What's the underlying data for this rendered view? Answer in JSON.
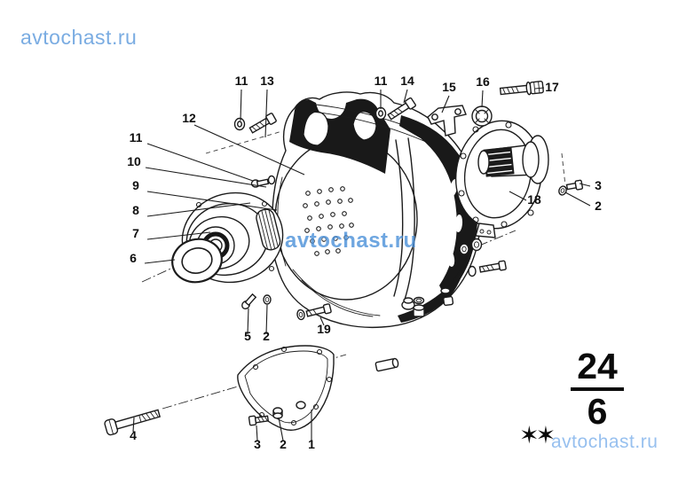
{
  "watermarks": {
    "top_left": "avtochast.ru",
    "center": "avtochast.ru",
    "bottom_right": "avtochast.ru",
    "stars": "✶✶"
  },
  "page_ref": {
    "numerator": "24",
    "denominator": "6"
  },
  "colors": {
    "wm_top": "#7aace2",
    "wm_center": "#4a90d9",
    "wm_bottom": "#97c0ef",
    "line": "#1c1c1c"
  },
  "callouts": [
    {
      "label": "11"
    },
    {
      "label": "13"
    },
    {
      "label": "12"
    },
    {
      "label": "11"
    },
    {
      "label": "10"
    },
    {
      "label": "9"
    },
    {
      "label": "8"
    },
    {
      "label": "7"
    },
    {
      "label": "6"
    },
    {
      "label": "5"
    },
    {
      "label": "2"
    },
    {
      "label": "19"
    },
    {
      "label": "4"
    },
    {
      "label": "3"
    },
    {
      "label": "2"
    },
    {
      "label": "1"
    },
    {
      "label": "11"
    },
    {
      "label": "14"
    },
    {
      "label": "15"
    },
    {
      "label": "16"
    },
    {
      "label": "17"
    },
    {
      "label": "18"
    },
    {
      "label": "3"
    },
    {
      "label": "2"
    }
  ]
}
